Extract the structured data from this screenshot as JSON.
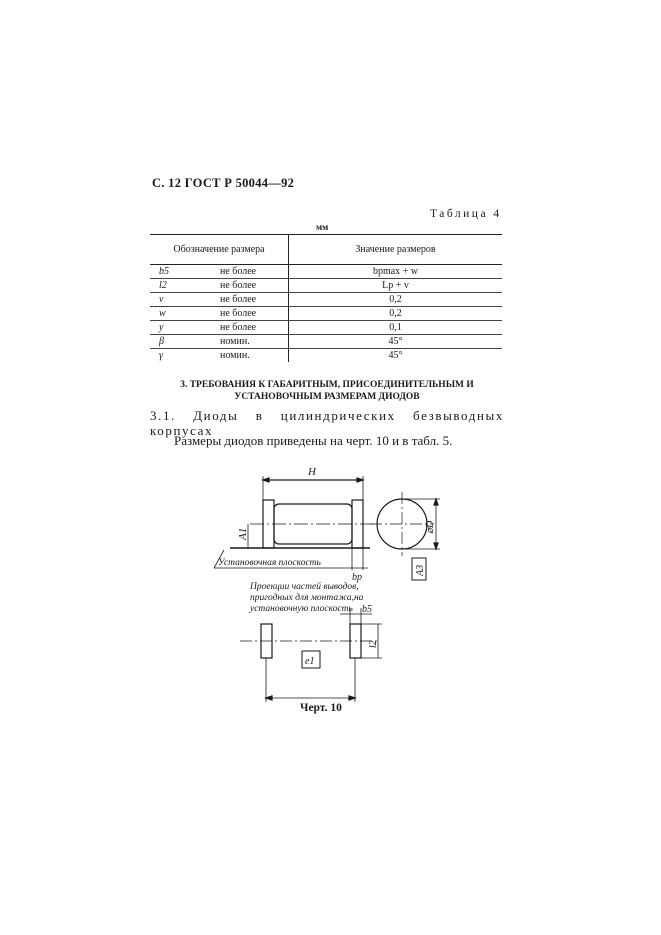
{
  "header": {
    "text": "С. 12 ГОСТ Р 50044—92"
  },
  "table": {
    "number_label": "Таблица 4",
    "units": "мм",
    "col_name": "Обозначение размера",
    "col_value": "Значение размеров",
    "rows": [
      {
        "symbol": "b5",
        "limit": "не более",
        "value": "bpmax + w"
      },
      {
        "symbol": "l2",
        "limit": "не более",
        "value": "Lp + v"
      },
      {
        "symbol": "v",
        "limit": "не более",
        "value": "0,2"
      },
      {
        "symbol": "w",
        "limit": "не более",
        "value": "0,2"
      },
      {
        "symbol": "y",
        "limit": "не более",
        "value": "0,1"
      },
      {
        "symbol": "β",
        "limit": "номин.",
        "value": "45°"
      },
      {
        "symbol": "γ",
        "limit": "номин.",
        "value": "45°"
      }
    ]
  },
  "section": {
    "title": "3. ТРЕБОВАНИЯ К ГАБАРИТНЫМ, ПРИСОЕДИНИТЕЛЬНЫМ И УСТАНОВОЧНЫМ РАЗМЕРАМ ДИОДОВ",
    "para1": "3.1. Диоды в цилиндрических безвыводных корпусах",
    "para2": "Размеры диодов приведены на черт. 10 и в табл. 5."
  },
  "drawing": {
    "label_H": "H",
    "label_A1": "A1",
    "label_bp": "bp",
    "label_D": "⌀D",
    "label_A3": "A3",
    "label_plane": "Установочная плоскость",
    "note_line1": "Проекции частей выводов,",
    "note_line2": "пригодных для монтажа,на",
    "note_line3": "установочную плоскость",
    "label_b5": "b5",
    "label_l2": "l2",
    "label_e1": "e1"
  },
  "caption": "Черт. 10"
}
